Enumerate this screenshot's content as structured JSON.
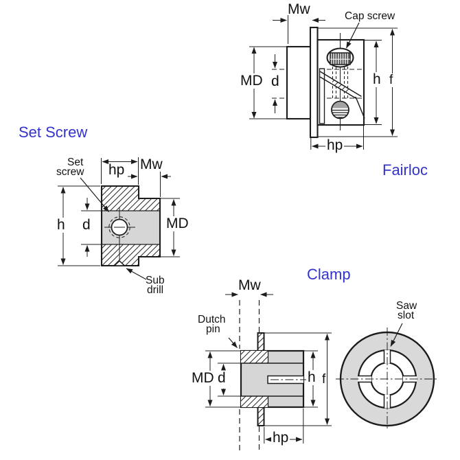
{
  "titles": {
    "set_screw": "Set Screw",
    "fairloc": "Fairloc",
    "clamp": "Clamp"
  },
  "colors": {
    "title_blue": "#3333cc",
    "line": "#1c1c1c",
    "fill_gray": "#d6d6d6",
    "screw_head_gray": "#a3a3a3"
  },
  "fairloc": {
    "dims": {
      "mw": "Mw",
      "md": "MD",
      "d": "d",
      "h": "h",
      "f": "f",
      "hp": "hp"
    },
    "callouts": {
      "cap_screw": "Cap screw"
    }
  },
  "set_screw": {
    "dims": {
      "hp": "hp",
      "mw": "Mw",
      "h": "h",
      "d": "d",
      "md": "MD"
    },
    "callouts": {
      "set": "Set",
      "screw": "screw",
      "sub": "Sub",
      "drill": "drill"
    }
  },
  "clamp": {
    "dims": {
      "mw": "Mw",
      "md": "MD",
      "d": "d",
      "h": "h",
      "f": "f",
      "hp": "hp"
    },
    "callouts": {
      "dutch": "Dutch",
      "pin": "pin",
      "saw": "Saw",
      "slot": "slot"
    }
  }
}
